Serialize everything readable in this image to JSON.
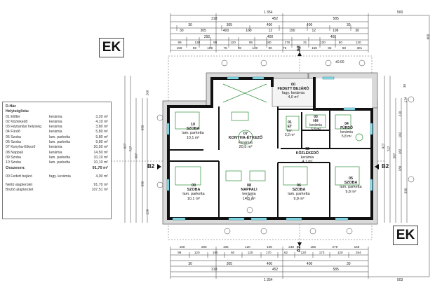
{
  "stamps": {
    "ek_top": "EK",
    "ek_bottom": "EK"
  },
  "sections": {
    "a2": "A2",
    "b2": "B2"
  },
  "level": "±0.00",
  "legend": {
    "title": "D-Ház",
    "subtitle": "Helyiséglista:",
    "rows": [
      {
        "name": "01 Előtér",
        "mat": "kerámia",
        "area": "3,20 m²"
      },
      {
        "name": "02 Közlekedő",
        "mat": "kerámia",
        "area": "4,10 m²"
      },
      {
        "name": "03 Háztartási helyiség",
        "mat": "kerámia",
        "area": "3,80 m²"
      },
      {
        "name": "04 Fürdő",
        "mat": "kerámia",
        "area": "5,80 m²"
      },
      {
        "name": "05 Szoba",
        "mat": "lam. parketta",
        "area": "9,80 m²"
      },
      {
        "name": "06 Szoba",
        "mat": "lam. parketta",
        "area": "9,80 m²"
      },
      {
        "name": "07 Konyha-Étkező",
        "mat": "kerámia",
        "area": "20,50 m²"
      },
      {
        "name": "08 Nappali",
        "mat": "kerámia",
        "area": "14,50 m²"
      },
      {
        "name": "09 Szoba",
        "mat": "lam. parketta",
        "area": "10,10 m²"
      },
      {
        "name": "10 Szoba",
        "mat": "lam. parketta",
        "area": "10,10 m²"
      }
    ],
    "total_label": "Összesen:",
    "total_value": "91,70 m²",
    "extra": {
      "name": "00 Fedett bejáró",
      "mat": "fagy. kerámia",
      "area": "4,00 m²"
    },
    "net_label": "Nettó alapterület",
    "net_value": "91,70 m²",
    "gross_label": "Bruttó alapterület",
    "gross_value": "107,51 m²"
  },
  "rooms": [
    {
      "id": "00",
      "name": "FEDETT BEJÁRÓ",
      "mat": "fagy. kerámia",
      "area": "4,0 m²"
    },
    {
      "id": "07",
      "name": "KONYHA-ÉTKEZŐ",
      "mat": "kerámia",
      "area": "20,5 m²"
    },
    {
      "id": "10",
      "name": "SZOBA",
      "mat": "lam. parketta",
      "area": "10,1 m²"
    },
    {
      "id": "01",
      "name": "ET",
      "mat": "ker.",
      "area": "3,2 m²"
    },
    {
      "id": "03",
      "name": "HH",
      "mat": "kerámia",
      "area": "3,8 m²"
    },
    {
      "id": "04",
      "name": "FÜRDŐ",
      "mat": "kerámia",
      "area": "5,8 m²"
    },
    {
      "id": "02",
      "name": "KÖZLEKEDŐ",
      "mat": "kerámia",
      "area": "4,1 m²"
    },
    {
      "id": "09",
      "name": "SZOBA",
      "mat": "lam. parketta",
      "area": "10,1 m²"
    },
    {
      "id": "08",
      "name": "NAPPALI",
      "mat": "kerámia",
      "area": "14,5 m²"
    },
    {
      "id": "06",
      "name": "SZOBA",
      "mat": "lam. parketta",
      "area": "9,8 m²"
    },
    {
      "id": "05",
      "name": "SZOBA",
      "mat": "lam. parketta",
      "area": "9,8 m²"
    }
  ],
  "dims": {
    "top_total": "1 354",
    "top_overhang": "500",
    "top_r1": [
      "318",
      "452",
      "585"
    ],
    "top_r2": [
      "30",
      "305",
      "400",
      "400",
      "30"
    ],
    "top_r3": [
      "30",
      "305",
      "400",
      "160",
      "12",
      "190",
      "12",
      "198",
      "30"
    ],
    "top_r4": [
      "292",
      "400",
      "400"
    ],
    "top_r5": [
      "99",
      "120",
      "99",
      "120",
      "99",
      "180",
      "176",
      "31",
      "120",
      "80",
      "120"
    ],
    "top_r6": [
      "159",
      "69",
      "159",
      "76",
      "90",
      "120",
      "90",
      "76",
      "42",
      "150",
      "83",
      "60",
      "301"
    ],
    "bot_r1": [
      "159",
      "280",
      "105",
      "120",
      "105",
      "248",
      "155",
      "279",
      "166"
    ],
    "bot_r2": [
      "99",
      "120",
      "190",
      "60",
      "120",
      "170",
      "62",
      "120",
      "173",
      "120",
      "264"
    ],
    "bot_r3": [
      "30",
      "305",
      "400",
      "400",
      "30"
    ],
    "bot_r4": [
      "318",
      "452",
      "585"
    ],
    "bot_total": "1 354",
    "bot_overhang": "503",
    "left": [
      "927",
      "727",
      "587",
      "333",
      "330",
      "200",
      "220"
    ],
    "right": [
      "927",
      "727",
      "587",
      "210",
      "182",
      "182",
      "180",
      "330",
      "174",
      "30",
      "600"
    ]
  }
}
